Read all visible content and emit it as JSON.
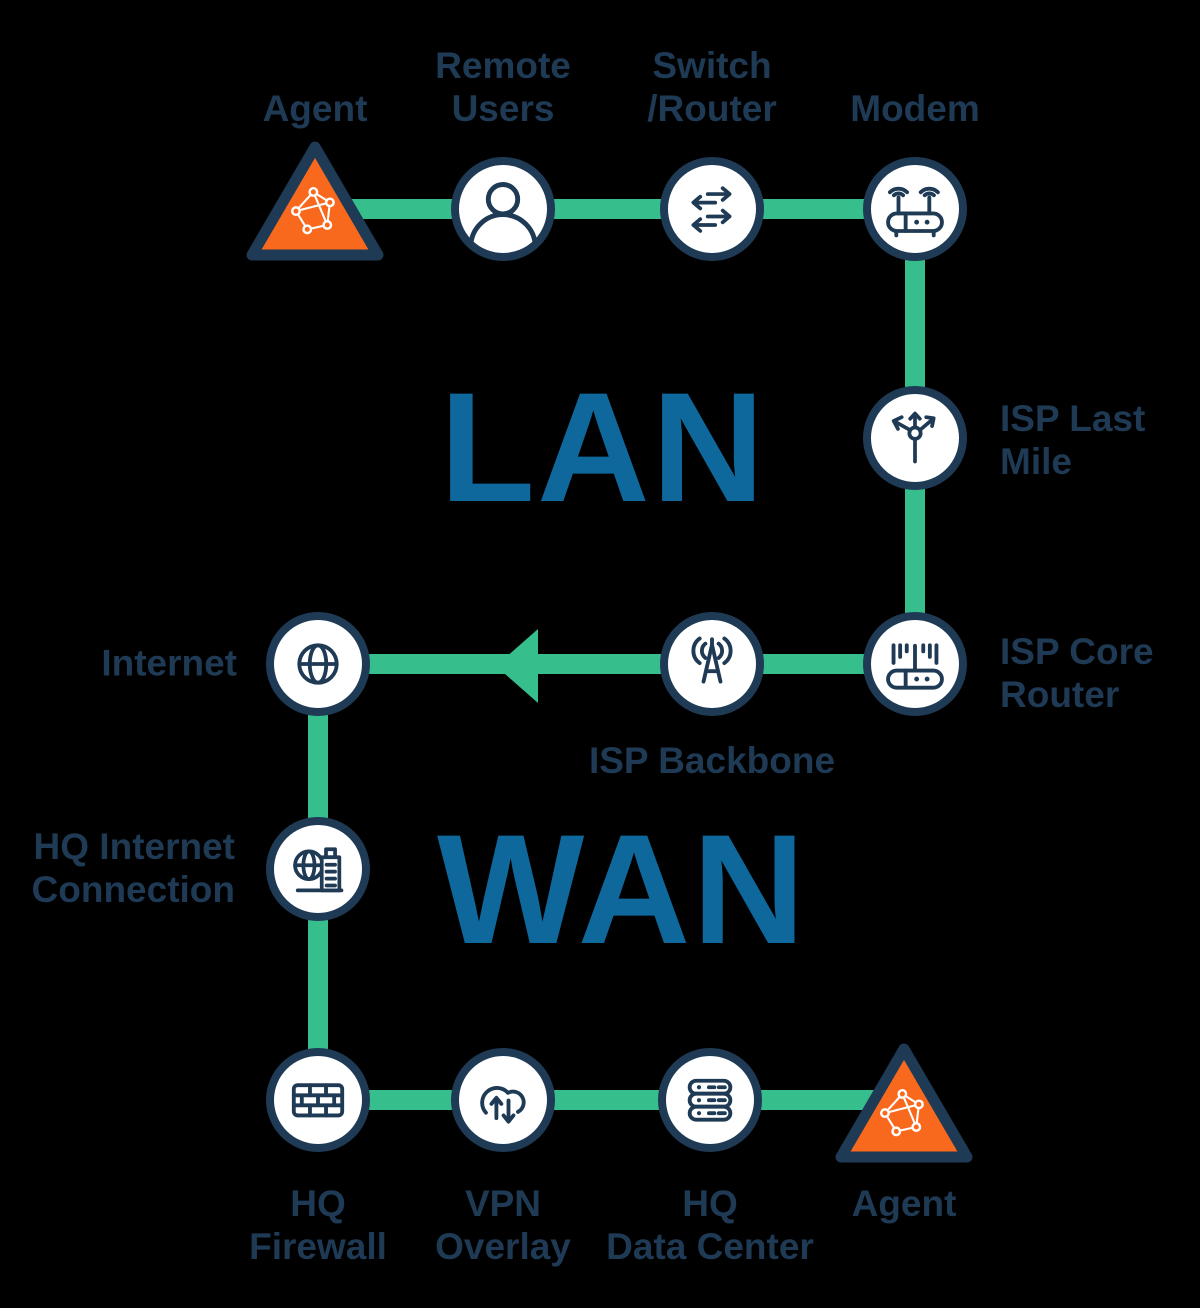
{
  "diagram": {
    "regions": {
      "lan_label": "LAN",
      "wan_label": "WAN"
    },
    "colors": {
      "navy": "#1F3A55",
      "green": "#37BE8D",
      "orange": "#F8691D",
      "blue": "#0F689C",
      "white": "#FFFFFF",
      "background": "#000000"
    },
    "nodes": {
      "agent_top": {
        "label": "Agent",
        "icon": "network-mesh-icon",
        "shape": "triangle"
      },
      "remote_users": {
        "label": "Remote\nUsers",
        "icon": "user-icon",
        "shape": "circle"
      },
      "switch_router": {
        "label": "Switch\n/Router",
        "icon": "switch-arrows-icon",
        "shape": "circle"
      },
      "modem": {
        "label": "Modem",
        "icon": "modem-icon",
        "shape": "circle"
      },
      "isp_last_mile": {
        "label": "ISP Last\nMile",
        "icon": "branch-arrows-icon",
        "shape": "circle"
      },
      "isp_core_router": {
        "label": "ISP Core\nRouter",
        "icon": "core-router-icon",
        "shape": "circle"
      },
      "isp_backbone": {
        "label": "ISP Backbone",
        "icon": "radio-tower-icon",
        "shape": "circle"
      },
      "internet": {
        "label": "Internet",
        "icon": "globe-icon",
        "shape": "circle"
      },
      "hq_internet_connection": {
        "label": "HQ Internet\nConnection",
        "icon": "globe-building-icon",
        "shape": "circle"
      },
      "hq_firewall": {
        "label": "HQ\nFirewall",
        "icon": "firewall-icon",
        "shape": "circle"
      },
      "vpn_overlay": {
        "label": "VPN\nOverlay",
        "icon": "cloud-sync-icon",
        "shape": "circle"
      },
      "hq_data_center": {
        "label": "HQ\nData Center",
        "icon": "server-stack-icon",
        "shape": "circle"
      },
      "agent_bottom": {
        "label": "Agent",
        "icon": "network-mesh-icon",
        "shape": "triangle"
      }
    },
    "connections": [
      {
        "from": "agent_top",
        "to": "remote_users"
      },
      {
        "from": "remote_users",
        "to": "switch_router"
      },
      {
        "from": "switch_router",
        "to": "modem"
      },
      {
        "from": "modem",
        "to": "isp_last_mile"
      },
      {
        "from": "isp_last_mile",
        "to": "isp_core_router"
      },
      {
        "from": "isp_core_router",
        "to": "isp_backbone"
      },
      {
        "from": "isp_backbone",
        "to": "internet",
        "arrow": "points-to-internet"
      },
      {
        "from": "internet",
        "to": "hq_internet_connection"
      },
      {
        "from": "hq_internet_connection",
        "to": "hq_firewall"
      },
      {
        "from": "hq_firewall",
        "to": "vpn_overlay"
      },
      {
        "from": "vpn_overlay",
        "to": "hq_data_center"
      },
      {
        "from": "hq_data_center",
        "to": "agent_bottom"
      }
    ]
  }
}
